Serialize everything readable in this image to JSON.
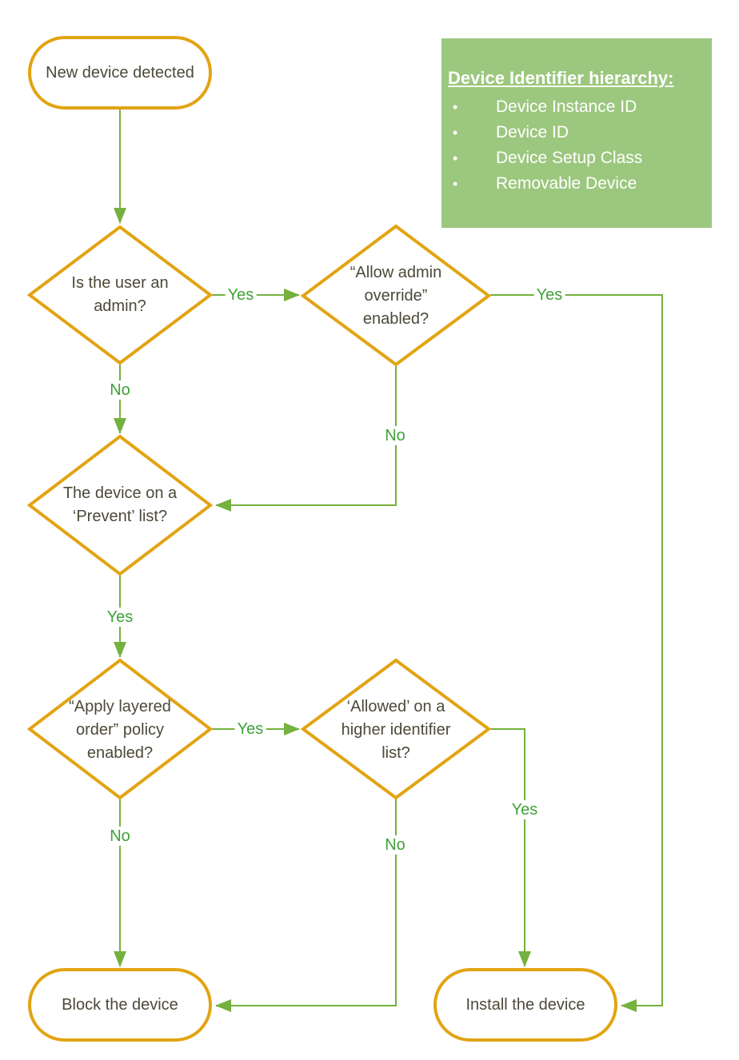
{
  "flowchart": {
    "nodes": {
      "start": "New device detected",
      "is_admin": "Is the user an admin?",
      "allow_override": "“Allow admin override” enabled?",
      "prevent_list": "The device on a ‘Prevent’ list?",
      "layered_order": "“Apply layered order” policy enabled?",
      "higher_identifier": "‘Allowed’ on a higher identifier list?",
      "block": "Block the device",
      "install": "Install the device"
    },
    "edges": {
      "admin_yes": "Yes",
      "admin_no": "No",
      "override_yes": "Yes",
      "override_no": "No",
      "prevent_yes": "Yes",
      "layered_yes": "Yes",
      "layered_no": "No",
      "higher_yes": "Yes",
      "higher_no": "No"
    }
  },
  "legend": {
    "title": "Device Identifier hierarchy:",
    "bullet": "•",
    "items": [
      "Device Instance ID",
      "Device ID",
      "Device Setup Class",
      "Removable Device"
    ]
  },
  "colors": {
    "shape_border": "#e2a413",
    "connector_green": "#74b13e",
    "edge_label_green": "#3fa138",
    "legend_background": "#9cc77e",
    "node_text": "#4c4938"
  }
}
